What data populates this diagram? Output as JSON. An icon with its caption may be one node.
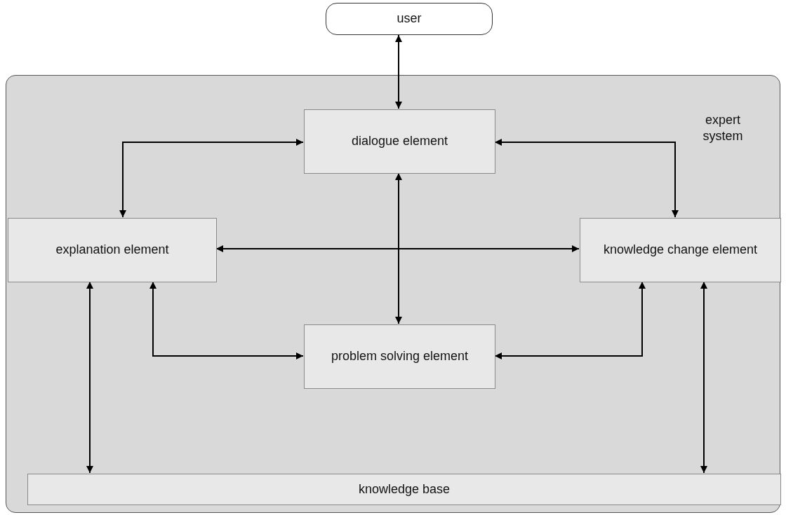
{
  "diagram": {
    "nodes": [
      {
        "text": [
          "user"
        ]
      },
      {
        "text": [
          "expert system"
        ]
      },
      {
        "text": [
          "dialogue element"
        ],
        "in": 1
      },
      {
        "text": [
          "explanation element"
        ],
        "in": 1
      },
      {
        "text": [
          "knowledge change element"
        ],
        "in": 1
      },
      {
        "text": [
          "problem solving element"
        ],
        "in": 1
      },
      {
        "text": [
          "knowledge base"
        ],
        "in": 1
      }
    ],
    "edges": [
      {
        "from": 0,
        "to": 2,
        "arrow": "both"
      },
      {
        "from": 2,
        "to": 3,
        "arrow": "both"
      },
      {
        "from": 2,
        "to": 4,
        "arrow": "both"
      },
      {
        "from": 2,
        "to": 5,
        "arrow": "both"
      },
      {
        "from": 3,
        "to": 4,
        "arrow": "both"
      },
      {
        "from": 3,
        "to": 5,
        "arrow": "both"
      },
      {
        "from": 4,
        "to": 5,
        "arrow": "both"
      },
      {
        "from": 3,
        "to": 6,
        "arrow": "both"
      },
      {
        "from": 4,
        "to": 6,
        "arrow": "both"
      }
    ]
  }
}
